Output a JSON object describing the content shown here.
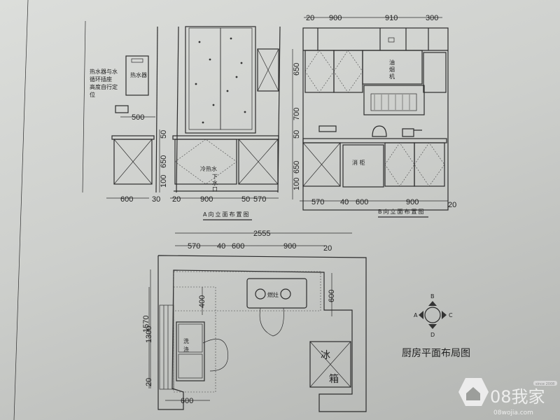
{
  "elevation_a": {
    "title": "A向立面布置图",
    "heater_label": "热水器",
    "heater_note": [
      "热水器与水",
      "循环插座",
      "高度自行定",
      "位"
    ],
    "water_label": "冷热水",
    "drain_label": [
      "下",
      "水",
      "口"
    ],
    "dims_h": [
      "500",
      "600",
      "30",
      "20",
      "900",
      "50",
      "570"
    ],
    "dims_v": [
      "50",
      "650",
      "100"
    ]
  },
  "elevation_b": {
    "title": "B向立面布置图",
    "hood_label": [
      "油",
      "烟",
      "机"
    ],
    "disinfect_label": "消 柜",
    "dims_top": [
      "20",
      "900",
      "910",
      "300"
    ],
    "dims_bottom": [
      "570",
      "40",
      "600",
      "900",
      "20"
    ],
    "dims_v": [
      "650",
      "700",
      "50",
      "650",
      "100"
    ]
  },
  "plan": {
    "title": "厨房平面布局图",
    "dims_top": [
      "2555",
      "570",
      "40",
      "600",
      "900",
      "20"
    ],
    "dims_left": [
      "1570",
      "1300",
      "20"
    ],
    "dims_inner": [
      "400",
      "600"
    ],
    "dim_bottom": "600",
    "stove_label": "燃灶",
    "sink_label": [
      "洗",
      "涤"
    ],
    "fridge_label": [
      "冰",
      "箱"
    ]
  },
  "compass": {
    "a": "A",
    "b": "B",
    "c": "C",
    "d": "D"
  },
  "watermark": {
    "brand": "08我家",
    "url": "08wojia.com",
    "since": "since 2008"
  }
}
